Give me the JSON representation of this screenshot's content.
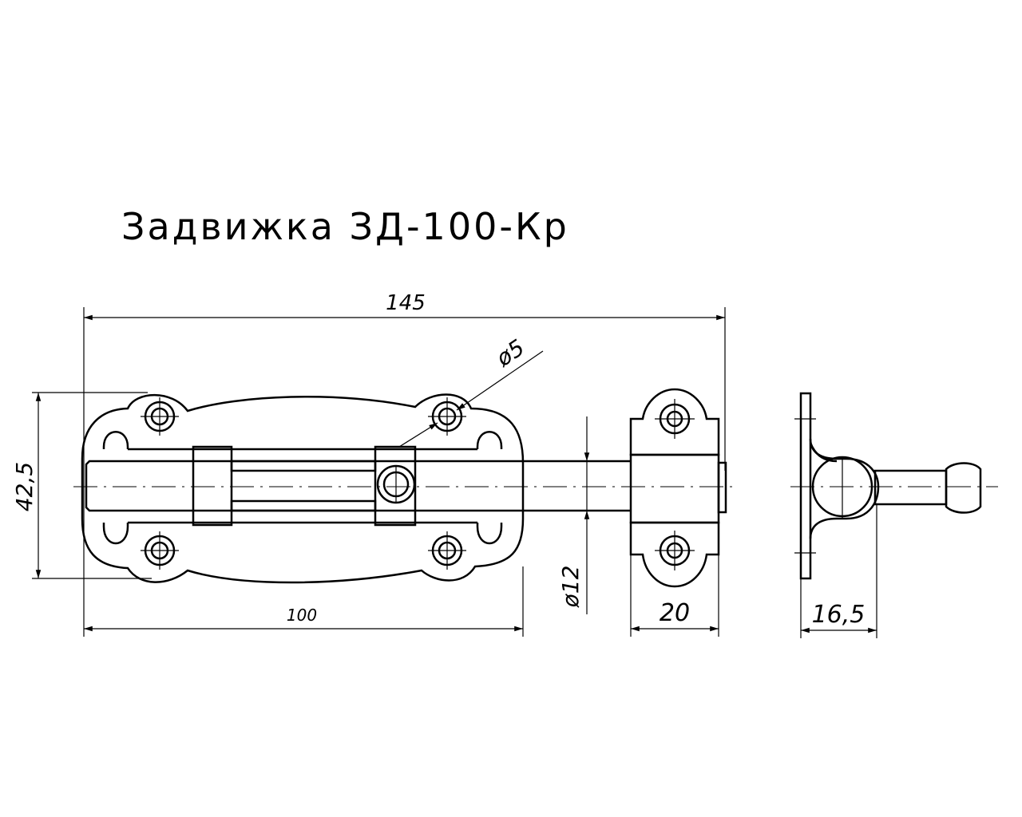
{
  "title": "Задвижка ЗД-100-Кр",
  "dimensions": {
    "overall_length": "145",
    "plate_height": "42,5",
    "plate_length": "100",
    "hole_diameter": "ø5",
    "rod_diameter": "ø12",
    "keeper_width": "20",
    "side_depth": "16,5"
  }
}
